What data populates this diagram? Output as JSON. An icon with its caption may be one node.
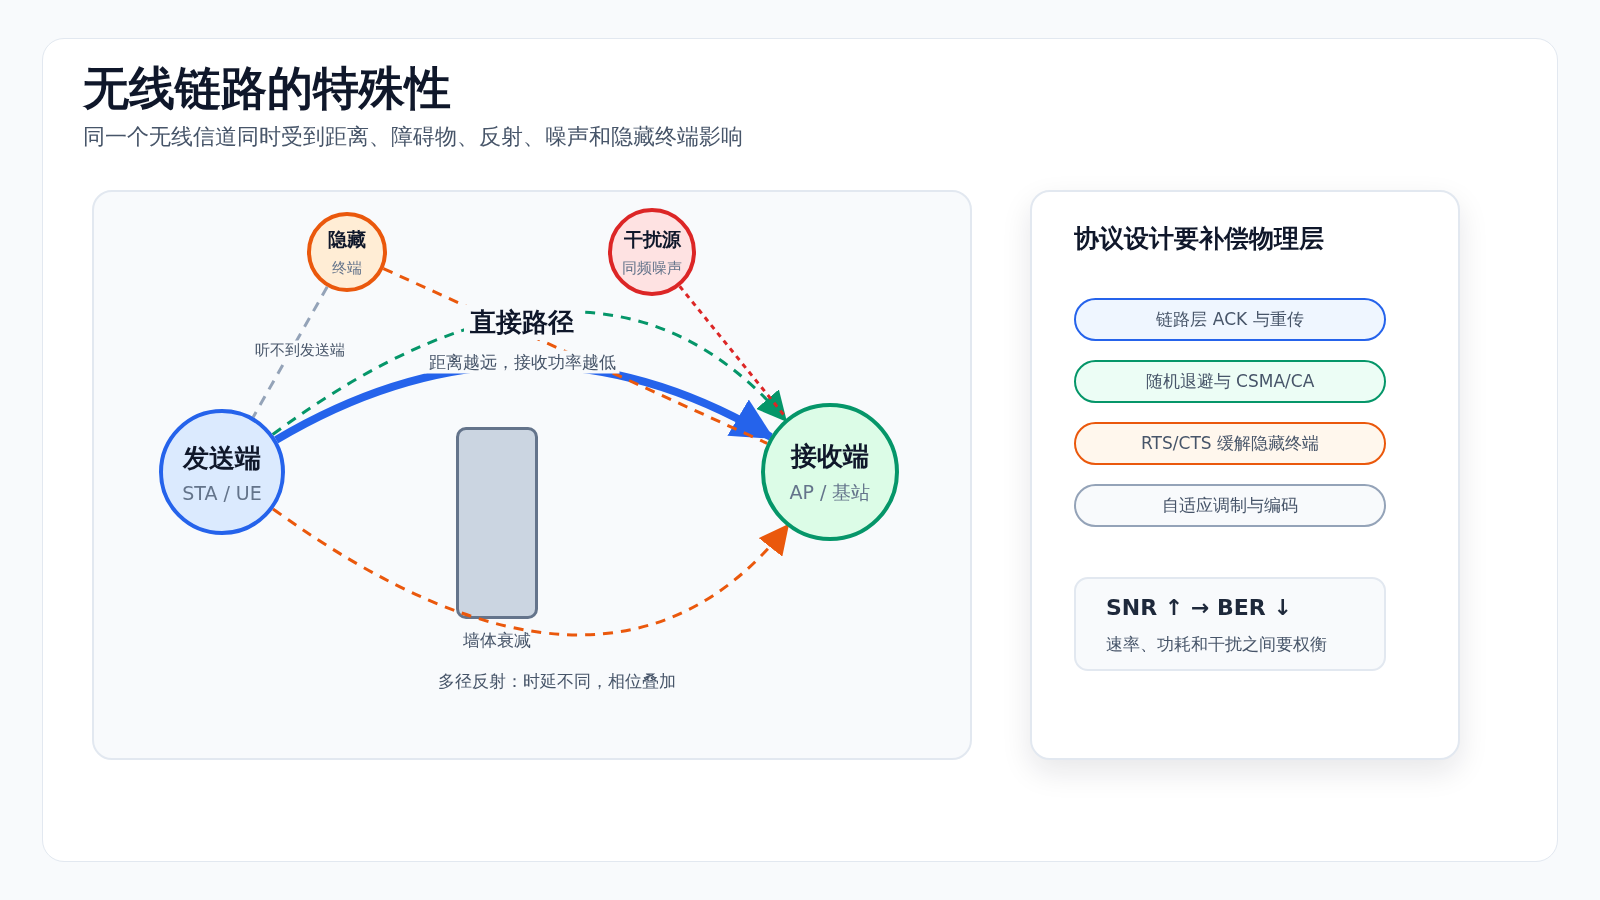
{
  "diagram": {
    "title": "无线链路的特殊性",
    "nodes": [
      {
        "text": [],
        "shape": "box"
      },
      {
        "text": [
          "发送端",
          "STA / UE"
        ],
        "in": 0
      },
      {
        "text": [
          "接收端",
          "AP / 基站"
        ],
        "in": 0
      },
      {
        "text": [
          "隐藏",
          "终端"
        ],
        "in": 0
      },
      {
        "text": [
          "干扰源",
          "同频噪声"
        ],
        "in": 0
      },
      {
        "text": [],
        "shape": "box",
        "beside": [
          "墙体衰减"
        ],
        "in": 0
      },
      {
        "text": [
          "协议设计要补偿物理层"
        ]
      },
      {
        "text": [
          "链路层 ACK 与重传"
        ],
        "in": 6
      },
      {
        "text": [
          "随机退避与 CSMA/CA"
        ],
        "in": 6
      },
      {
        "text": [
          "RTS/CTS 缓解隐藏终端"
        ],
        "in": 6
      },
      {
        "text": [
          "自适应调制与编码"
        ],
        "in": 6
      },
      {
        "text": [
          "SNR ↑ → BER ↓",
          "速率、功耗和干扰之间要权衡"
        ],
        "in": 6
      }
    ],
    "edges": [
      {
        "from": 1,
        "to": 2,
        "arrow": "to",
        "style": "thick",
        "color": "#2563eb",
        "label": "距离越远，接收功率越低"
      },
      {
        "from": 1,
        "to": 2,
        "arrow": "to",
        "style": "dashed",
        "color": "#059669"
      },
      {
        "from": 1,
        "to": 2,
        "arrow": "to",
        "style": "dashed",
        "color": "#ea580c"
      },
      {
        "from": 3,
        "to": 2,
        "arrow": "none",
        "style": "dashed",
        "color": "#ea580c"
      },
      {
        "from": 4,
        "to": 2,
        "arrow": "none",
        "style": "dashed",
        "color": "#dc2626"
      },
      {
        "from": 3,
        "to": 1,
        "arrow": "none",
        "style": "dashed",
        "color": "#94a3b8",
        "label": "听不到发送端"
      }
    ],
    "labels": [
      "同一个无线信道同时受到距离、障碍物、反射、噪声和隐藏终端影响",
      "直接路径",
      "多径反射：时延不同，相位叠加"
    ]
  }
}
